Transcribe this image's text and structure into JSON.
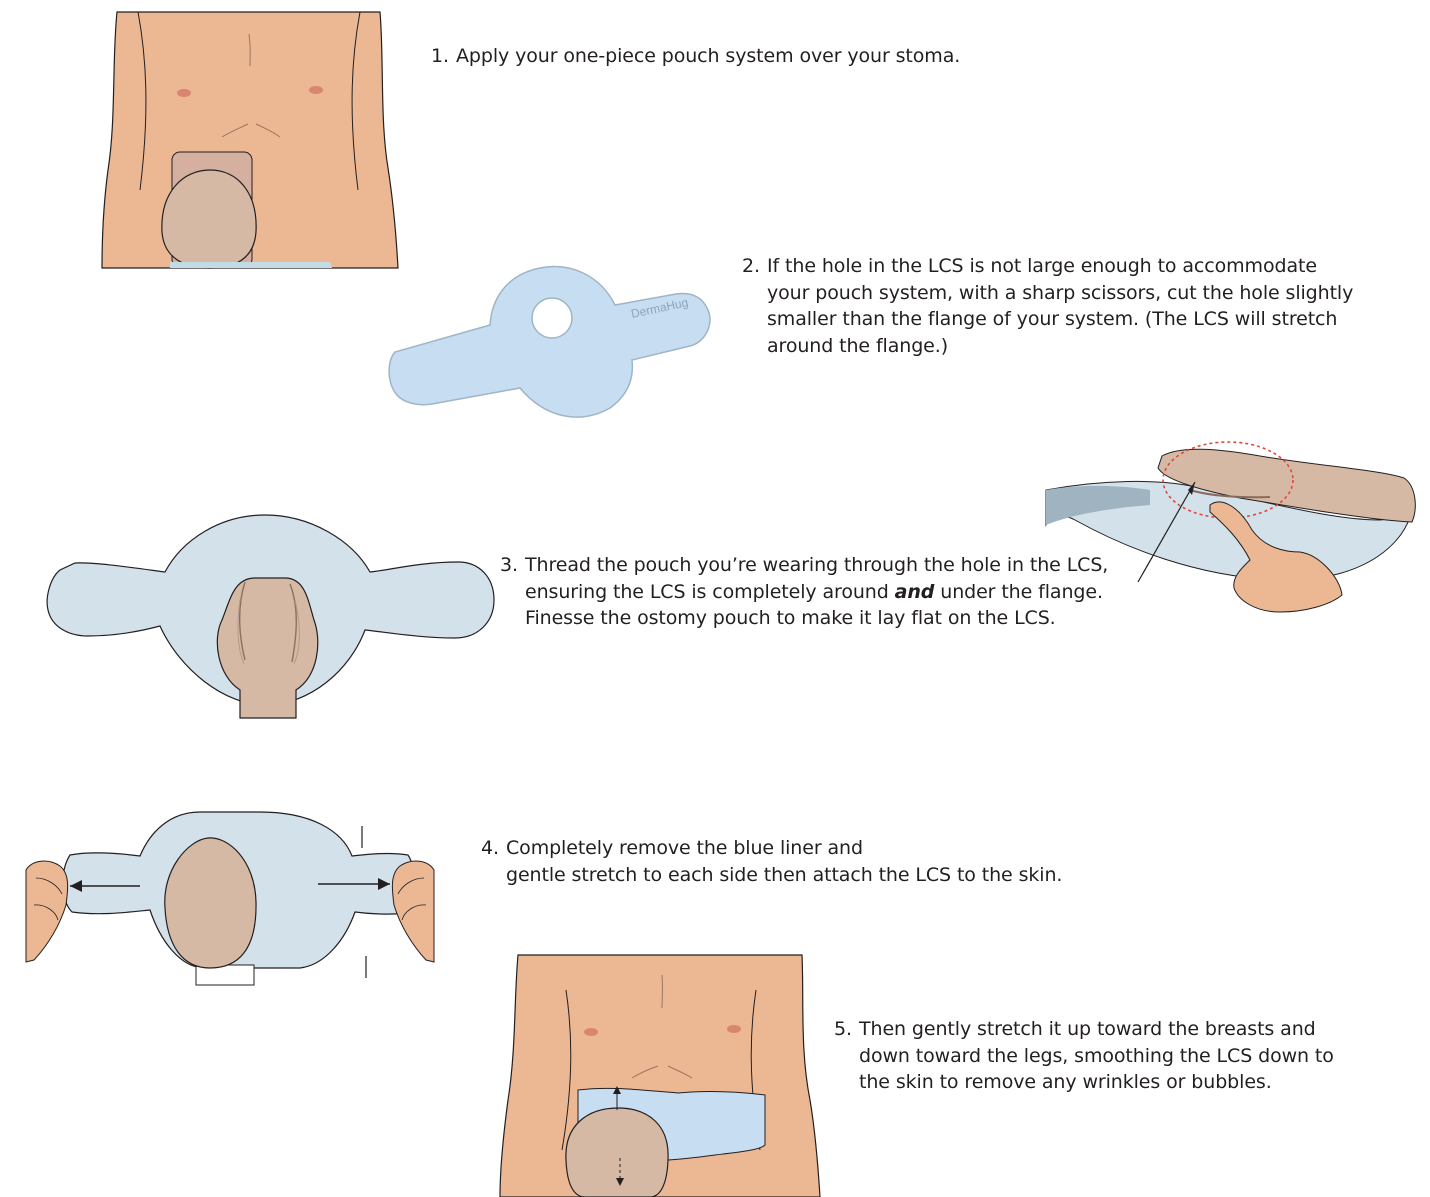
{
  "steps": [
    {
      "number": "1.",
      "lines": [
        "Apply your one-piece pouch system over your stoma."
      ]
    },
    {
      "number": "2.",
      "lines": [
        "If the hole in the LCS is not large enough to accommodate",
        "your pouch system, with a sharp scissors, cut the hole slightly",
        "smaller than the flange of your system.  (The LCS will stretch",
        "around the flange.)"
      ]
    },
    {
      "number": "3.",
      "lines_pre": "Thread the pouch you’re wearing through the hole in the LCS,",
      "line2_a": "ensuring the LCS is completely around ",
      "line2_em": "and",
      "line2_b": " under the flange.",
      "line3": "Finesse the ostomy pouch to make it lay flat on the LCS."
    },
    {
      "number": "4.",
      "lines": [
        "Completely remove the blue liner and",
        "gentle stretch to each side then attach the LCS to the skin."
      ]
    },
    {
      "number": "5.",
      "lines": [
        "Then gently stretch it up toward the breasts and",
        "down toward the legs, smoothing the LCS down to",
        "the skin to remove any wrinkles or bubbles."
      ]
    }
  ],
  "brand": "DermaHug",
  "colors": {
    "skin": "#ecb894",
    "skin_dark": "#d99d78",
    "pouch": "#d5b9a4",
    "lcs_blue": "#c7def2",
    "lcs_gray": "#d2e1ea",
    "outline": "#231f20"
  }
}
